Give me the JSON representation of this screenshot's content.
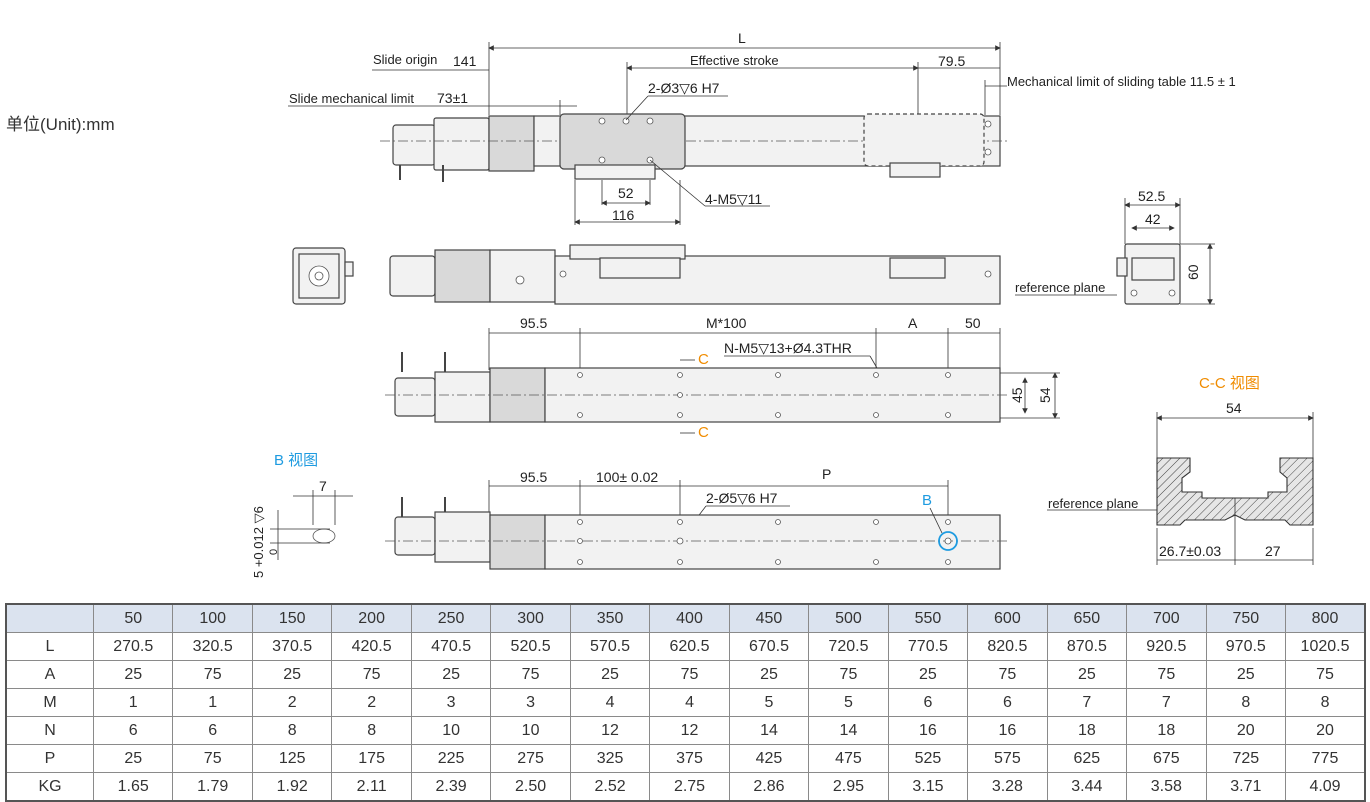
{
  "unit_label": "单位(Unit):mm",
  "colors": {
    "accent_orange": "#f08c00",
    "accent_blue": "#1e9be0",
    "header_fill": "#dbe3ef"
  },
  "top_view": {
    "L": "L",
    "slide_origin": "Slide origin",
    "dim_141": "141",
    "effective_stroke": "Effective stroke",
    "dim_79_5": "79.5",
    "mech_limit_table": "Mechanical limit of sliding table 11.5 ± 1",
    "slide_mech_limit": "Slide mechanical limit",
    "dim_73": "73±1",
    "holes_3": "2-Ø3▽6 H7",
    "dim_52": "52",
    "dim_116": "116",
    "m5_holes": "4-M5▽11"
  },
  "side_view": {
    "dim_52_5": "52.5",
    "dim_42": "42",
    "dim_60": "60",
    "reference_plane": "reference plane"
  },
  "bottom_view": {
    "dim_95_5": "95.5",
    "m_100": "M*100",
    "dim_A": "A",
    "dim_50": "50",
    "n_holes": "N-M5▽13+Ø4.3THR",
    "c_mark": "C",
    "dim_45": "45",
    "dim_54": "54"
  },
  "b_view": {
    "title": "B 视图",
    "dim_7": "7",
    "tol": "5 +0.012 ▽6",
    "tol_zero": "0",
    "dim_95_5": "95.5",
    "pitch": "100± 0.02",
    "dim_P": "P",
    "holes_5": "2-Ø5▽6 H7",
    "b_mark": "B"
  },
  "cc_view": {
    "title": "C-C 视图",
    "dim_54": "54",
    "reference_plane": "reference plane",
    "dim_26_7": "26.7±0.03",
    "dim_27": "27"
  },
  "table": {
    "strokes": [
      "50",
      "100",
      "150",
      "200",
      "250",
      "300",
      "350",
      "400",
      "450",
      "500",
      "550",
      "600",
      "650",
      "700",
      "750",
      "800"
    ],
    "rows": [
      {
        "label": "L",
        "values": [
          "270.5",
          "320.5",
          "370.5",
          "420.5",
          "470.5",
          "520.5",
          "570.5",
          "620.5",
          "670.5",
          "720.5",
          "770.5",
          "820.5",
          "870.5",
          "920.5",
          "970.5",
          "1020.5"
        ]
      },
      {
        "label": "A",
        "values": [
          "25",
          "75",
          "25",
          "75",
          "25",
          "75",
          "25",
          "75",
          "25",
          "75",
          "25",
          "75",
          "25",
          "75",
          "25",
          "75"
        ]
      },
      {
        "label": "M",
        "values": [
          "1",
          "1",
          "2",
          "2",
          "3",
          "3",
          "4",
          "4",
          "5",
          "5",
          "6",
          "6",
          "7",
          "7",
          "8",
          "8"
        ]
      },
      {
        "label": "N",
        "values": [
          "6",
          "6",
          "8",
          "8",
          "10",
          "10",
          "12",
          "12",
          "14",
          "14",
          "16",
          "16",
          "18",
          "18",
          "20",
          "20"
        ]
      },
      {
        "label": "P",
        "values": [
          "25",
          "75",
          "125",
          "175",
          "225",
          "275",
          "325",
          "375",
          "425",
          "475",
          "525",
          "575",
          "625",
          "675",
          "725",
          "775"
        ]
      },
      {
        "label": "KG",
        "values": [
          "1.65",
          "1.79",
          "1.92",
          "2.11",
          "2.39",
          "2.50",
          "2.52",
          "2.75",
          "2.86",
          "2.95",
          "3.15",
          "3.28",
          "3.44",
          "3.58",
          "3.71",
          "4.09"
        ]
      }
    ]
  }
}
